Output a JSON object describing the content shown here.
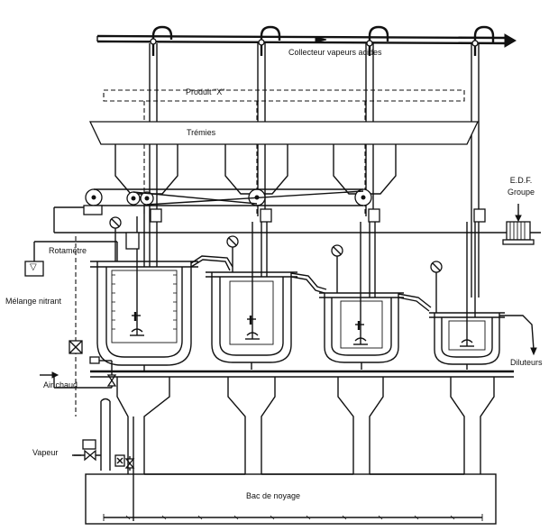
{
  "labels": {
    "collecteur": "Collecteur vapeurs acides",
    "produit": "Produit \"X\"",
    "tremies": "Trémies",
    "edf": "E.D.F.",
    "groupe": "Groupe",
    "rotametre": "Rotamètre",
    "melange": "Mélange nitrant",
    "air_chaud": "Air chaud",
    "vapeur": "Vapeur",
    "diluteurs": "Diluteurs",
    "bac": "Bac de noyage"
  },
  "icons": {
    "rotametre_symbol": "triangle-down-icon"
  }
}
